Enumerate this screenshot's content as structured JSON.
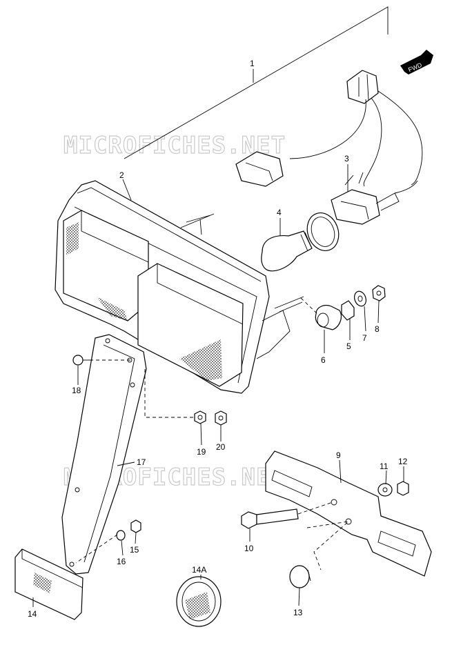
{
  "watermark": "MICROFICHES.NET",
  "fwd_label": "FWD",
  "callouts": {
    "p1": "1",
    "p2": "2",
    "p3": "3",
    "p4": "4",
    "p5": "5",
    "p6": "6",
    "p7": "7",
    "p8": "8",
    "p9": "9",
    "p10": "10",
    "p11": "11",
    "p12": "12",
    "p13": "13",
    "p14": "14",
    "p14a": "14A",
    "p15": "15",
    "p16": "16",
    "p17": "17",
    "p18": "18",
    "p19": "19",
    "p20": "20"
  }
}
